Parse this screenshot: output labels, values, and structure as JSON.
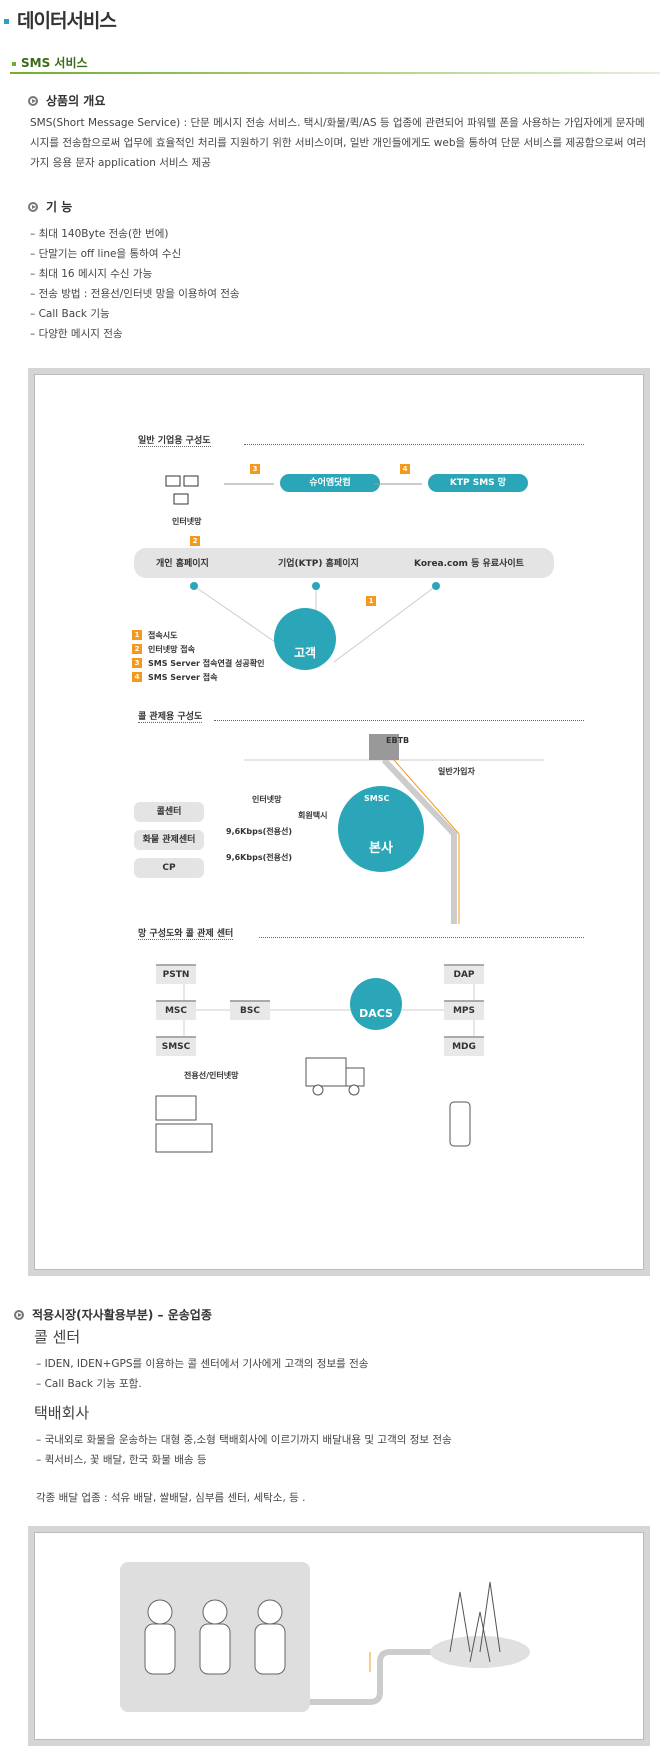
{
  "page": {
    "title": "데이터서비스",
    "section": "SMS 서비스"
  },
  "overview": {
    "heading": "상품의 개요",
    "text": "SMS(Short Message Service) : 단문 메시지 전송 서비스. 택시/화물/퀵/AS 등 업종에 관련되어 파워텔 폰을 사용하는 가입자에게 문자메시지를 전송함으로써 업무에 효율적인 처리를 지원하기 위한 서비스이며, 일반 개인들에게도 web을 통하여 단문 서비스를 제공함으로써 여러 가지 응용 문자 application 서비스 제공"
  },
  "features": {
    "heading": "기 능",
    "items": [
      "– 최대 140Byte 전송(한 번에)",
      "– 단말기는 off line을 통하여 수신",
      "– 최대 16 메시지 수신 가능",
      "– 전송 방법 : 전용선/인터넷 망을 이용하여 전송",
      "– Call Back 기능",
      "– 다양한 메시지 전송"
    ]
  },
  "diagram1": {
    "label1": "일반 기업용 구성도",
    "internet": "인터넷망",
    "nums": [
      "1",
      "2",
      "3",
      "4"
    ],
    "sure": "슈어엠닷컴",
    "ktp": "KTP SMS 망",
    "home1": "개인 홈페이지",
    "home2": "기업(KTP) 홈페이지",
    "home3": "Korea.com 등 유료사이트",
    "customer": "고객",
    "legend": [
      "접속시도",
      "인터넷망 접속",
      "SMS Server 접속연결 성공확인",
      "SMS Server 접속"
    ],
    "label2": "콜 관제용 구성도",
    "ebtb": "EBTB",
    "general": "일반가입자",
    "callcenter": "콜센터",
    "cargo": "화물 관제센터",
    "cp": "CP",
    "internet2": "인터넷망",
    "kbps1": "9,6Kbps(전용선)",
    "kbps2": "9,6Kbps(전용선)",
    "member": "회원택시",
    "smsc": "SMSC",
    "hq": "본사",
    "label3": "망 구성도와 콜 관제 센터",
    "pstn": "PSTN",
    "msc": "MSC",
    "bsc": "BSC",
    "smsc2": "SMSC",
    "dacs": "DACS",
    "dap": "DAP",
    "mps": "MPS",
    "mdg": "MDG",
    "dedicated": "전용선/인터넷망"
  },
  "market": {
    "heading": "적용시장(자사활용부분) – 운송업종",
    "call_title": "콜 센터",
    "call_items": [
      "– IDEN, IDEN+GPS를 이용하는 콜 센터에서 기사에게 고객의 정보를 전송",
      "– Call Back 기능 포함."
    ],
    "delivery_title": "택배회사",
    "delivery_items": [
      "– 국내외로 화물을 운송하는 대형 중,소형 택배회사에 이르기까지 배달내용 및 고객의 정보 전송",
      "– 퀵서비스, 꽃 배달, 한국 화물 배송 등"
    ],
    "extra": "각종 배달 업종 : 석유 배달, 쌀배달, 심부름 센터, 세탁소, 등 ."
  },
  "colors": {
    "accent": "#2aa6b8",
    "orange": "#f39a1e",
    "green": "#6fae2e"
  }
}
